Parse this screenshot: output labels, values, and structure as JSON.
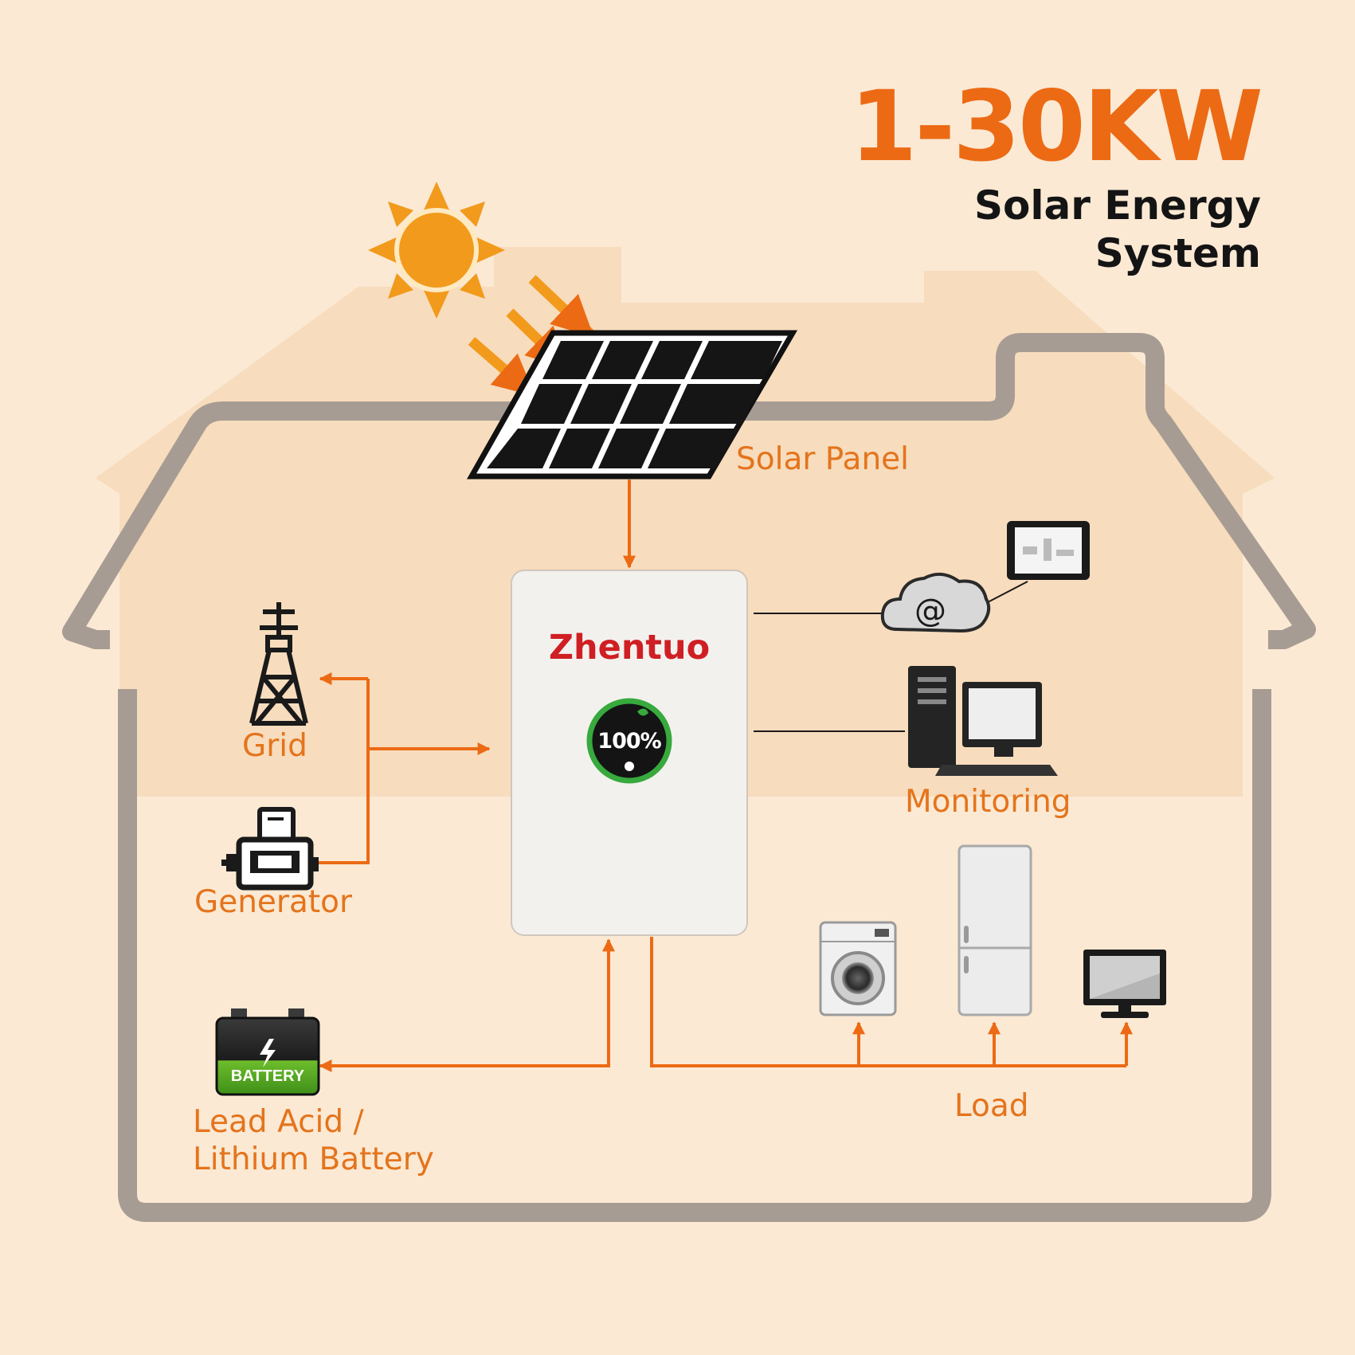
{
  "header": {
    "capacity": "1-30KW",
    "subtitle_line1": "Solar Energy",
    "subtitle_line2": "System"
  },
  "inverter": {
    "brand": "Zhentuo",
    "badge": "100%"
  },
  "battery_icon": {
    "text": "BATTERY"
  },
  "cloud_icon": {
    "symbol": "@"
  },
  "labels": {
    "solar_panel": "Solar Panel",
    "grid": "Grid",
    "generator": "Generator",
    "battery_line1": "Lead Acid /",
    "battery_line2": "Lithium Battery",
    "monitoring": "Monitoring",
    "load": "Load"
  },
  "colors": {
    "accent": "#ec6a14",
    "label": "#e4741c",
    "brand": "#cf1f24",
    "sun": "#f29a1b",
    "outline": "#a79c93"
  }
}
